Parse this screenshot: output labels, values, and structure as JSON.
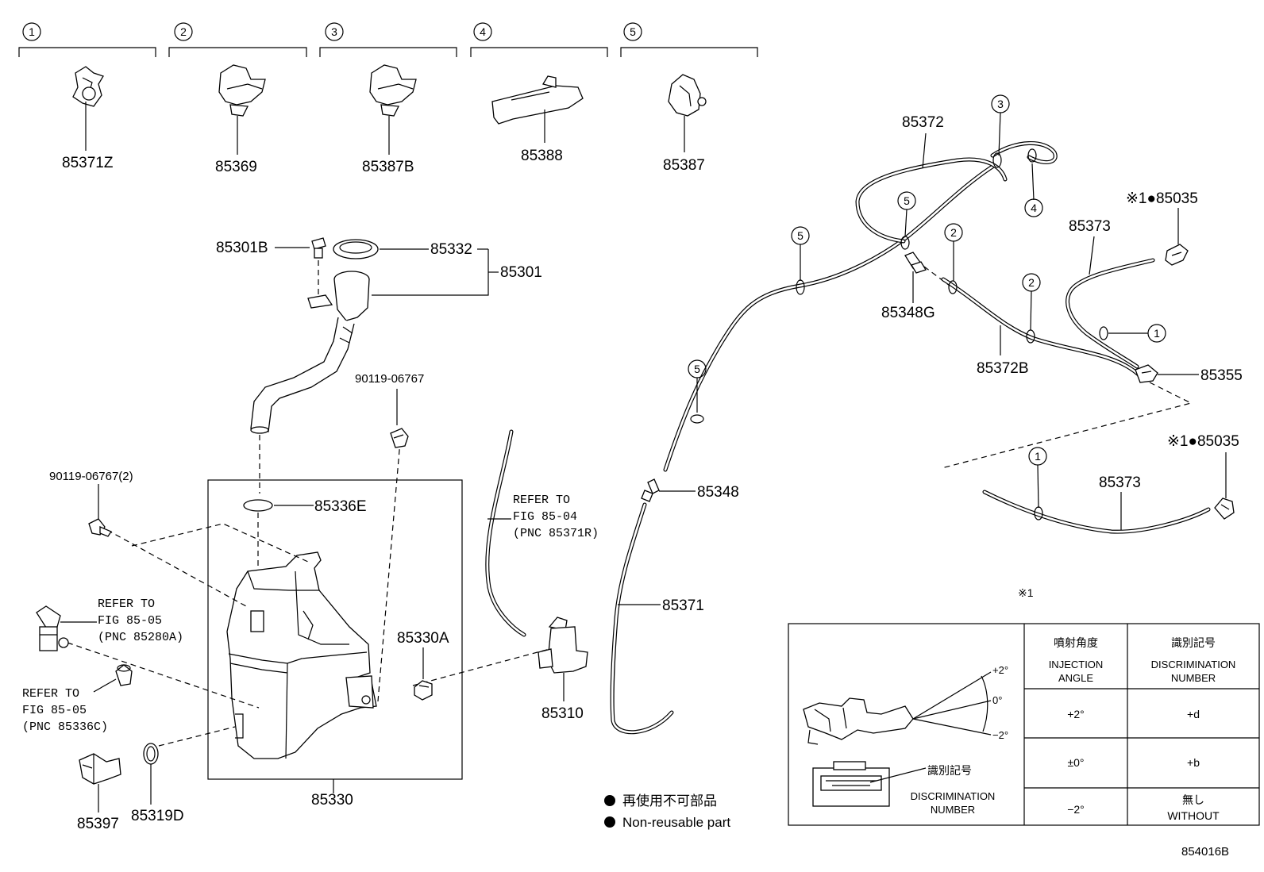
{
  "parts": {
    "p85371Z": "85371Z",
    "p85369": "85369",
    "p85387B": "85387B",
    "p85388": "85388",
    "p85387": "85387",
    "p85301B": "85301B",
    "p85332": "85332",
    "p85301": "85301",
    "p90119_06767": "90119-06767",
    "p90119_06767_2": "90119-06767(2)",
    "p85336E": "85336E",
    "p85330A": "85330A",
    "p85330": "85330",
    "p85397": "85397",
    "p85319D": "85319D",
    "p85310": "85310",
    "p85348": "85348",
    "p85371": "85371",
    "p85372": "85372",
    "p85348G": "85348G",
    "p85372B": "85372B",
    "p85373a": "85373",
    "p85373b": "85373",
    "p85355": "85355",
    "p85035a": "※1●85035",
    "p85035b": "※1●85035"
  },
  "clip_groups": [
    "1",
    "2",
    "3",
    "4",
    "5"
  ],
  "callouts": {
    "c3": "3",
    "c4": "4",
    "c5a": "5",
    "c5b": "5",
    "c5c": "5",
    "c2a": "2",
    "c2b": "2",
    "c1a": "1",
    "c1b": "1"
  },
  "refs": {
    "fig8504": [
      "REFER TO",
      "FIG 85-04",
      "(PNC 85371R)"
    ],
    "fig8505a": [
      "REFER TO",
      "FIG 85-05",
      "(PNC 85280A)"
    ],
    "fig8505b": [
      "REFER TO",
      "FIG 85-05",
      "(PNC 85336C)"
    ]
  },
  "table": {
    "note_mark": "※1",
    "head_angle_jp": "噴射角度",
    "head_angle_en": [
      "INJECTION",
      "ANGLE"
    ],
    "head_disc_jp": "識別記号",
    "head_disc_en": [
      "DISCRIMINATION",
      "NUMBER"
    ],
    "angle_marks": [
      "+2°",
      "0°",
      "−2°"
    ],
    "disc_label_jp": "識別記号",
    "disc_label_en": [
      "DISCRIMINATION",
      "NUMBER"
    ],
    "rows": [
      {
        "angle": "+2°",
        "disc": "+d"
      },
      {
        "angle": "±0°",
        "disc": "+b"
      },
      {
        "angle": "−2°",
        "disc_jp": "無し",
        "disc": "WITHOUT"
      }
    ]
  },
  "legend": {
    "jp": "再使用不可部品",
    "en": "Non-reusable part"
  },
  "figure_id": "854016B"
}
